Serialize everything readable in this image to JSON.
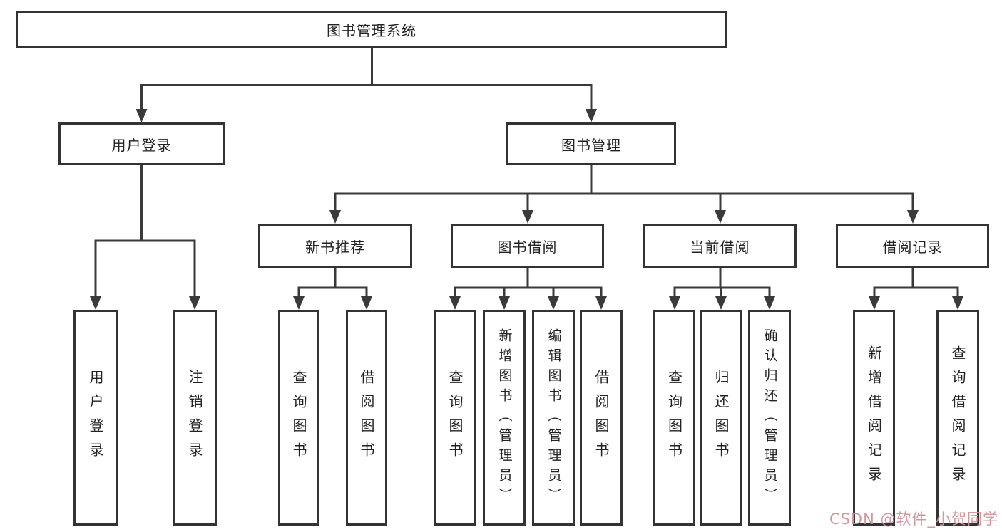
{
  "colors": {
    "line": "#3a3a3a",
    "box_border": "#333333",
    "text": "#222222",
    "watermark": "#d09399",
    "background": "#ffffff"
  },
  "nodes": {
    "root": {
      "label": "图书管理系统"
    },
    "user_login": {
      "label": "用户登录"
    },
    "book_mgmt": {
      "label": "图书管理"
    },
    "new_book_rec": {
      "label": "新书推荐"
    },
    "book_borrow": {
      "label": "图书借阅"
    },
    "current_borrow": {
      "label": "当前借阅"
    },
    "borrow_record": {
      "label": "借阅记录"
    },
    "login_leaf": {
      "label": "用户登录"
    },
    "logout_leaf": {
      "label": "注销登录"
    },
    "rec_query": {
      "label": "查询图书"
    },
    "rec_borrow": {
      "label": "借阅图书"
    },
    "bb_query": {
      "label": "查询图书"
    },
    "bb_add": {
      "label": "新增图书（管理员）"
    },
    "bb_edit": {
      "label": "编辑图书（管理员）"
    },
    "bb_borrow": {
      "label": "借阅图书"
    },
    "cb_query": {
      "label": "查询图书"
    },
    "cb_return": {
      "label": "归还图书"
    },
    "cb_confirm": {
      "label": "确认归还（管理员）"
    },
    "br_add": {
      "label": "新增借阅记录"
    },
    "br_query": {
      "label": "查询借阅记录"
    }
  },
  "watermark": {
    "text": "CSDN @软件_小贺同学"
  }
}
